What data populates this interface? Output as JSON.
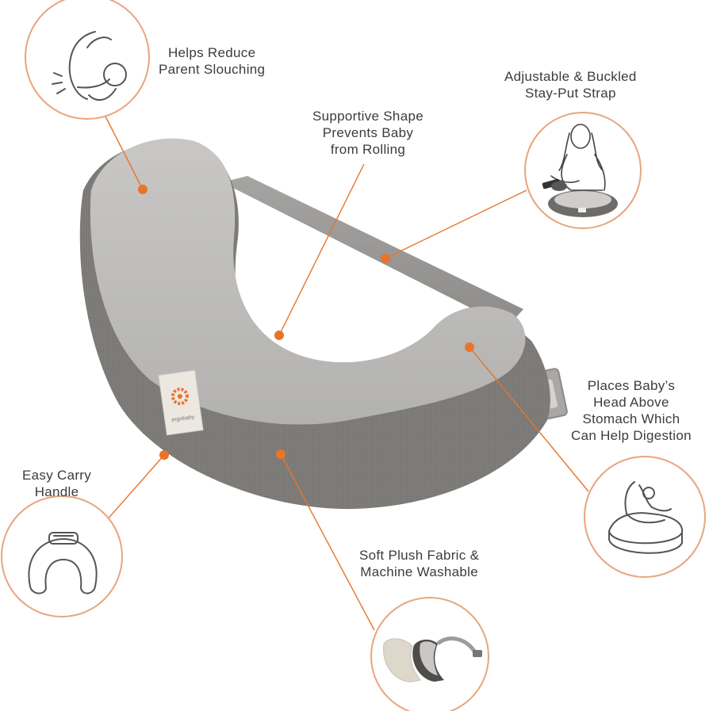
{
  "colors": {
    "accent": "#e8742a",
    "circle_outline": "#e8a57d",
    "text": "#3c3c3c",
    "pillow_fabric": "#7a7875",
    "pillow_plush": "#bdbcba",
    "strap": "#9b9a98",
    "line_art": "#555555"
  },
  "features": [
    {
      "id": "slouching",
      "lines": [
        "Helps Reduce",
        "Parent Slouching"
      ],
      "icon": "parent-nursing-posture-icon"
    },
    {
      "id": "strap",
      "lines": [
        "Adjustable & Buckled",
        "Stay-Put Strap"
      ],
      "icon": "parent-buckling-strap-photo-icon"
    },
    {
      "id": "shape",
      "lines": [
        "Supportive Shape",
        "Prevents Baby",
        "from Rolling"
      ]
    },
    {
      "id": "digestion",
      "lines": [
        "Places Baby’s",
        "Head Above",
        "Stomach Which",
        "Can Help Digestion"
      ],
      "icon": "baby-on-pillow-icon"
    },
    {
      "id": "handle",
      "lines": [
        "Easy Carry",
        "Handle"
      ],
      "icon": "carry-handle-pillow-icon"
    },
    {
      "id": "washable",
      "lines": [
        "Soft Plush Fabric &",
        "Machine Washable"
      ],
      "icon": "removable-cover-photo-icon"
    }
  ],
  "product": {
    "tag_text": "ergobaby"
  }
}
